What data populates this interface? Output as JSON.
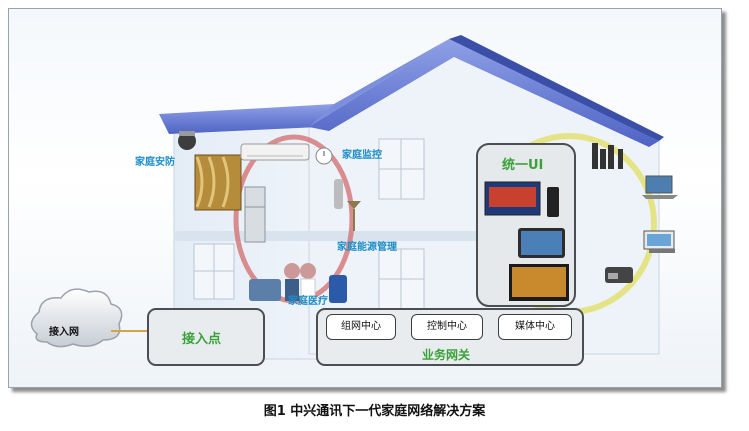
{
  "labels": {
    "home_security": "家庭安防",
    "home_monitoring": "家庭监控",
    "home_energy": "家庭能源管理",
    "home_medical": "家庭医疗",
    "unified_ui": "统一UI"
  },
  "access_network": "接入网",
  "access_point": "接入点",
  "gateway": {
    "title": "业务网关",
    "buttons": [
      "组网中心",
      "控制中心",
      "媒体中心"
    ]
  },
  "caption": "图1   中兴通讯下一代家庭网络解决方案",
  "colors": {
    "roof": "#6b7fd6",
    "label_blue": "#1e8ec7",
    "green_text": "#3aa13a",
    "ring_red": "#d36b6b",
    "ring_yellow": "#e2e27a"
  }
}
